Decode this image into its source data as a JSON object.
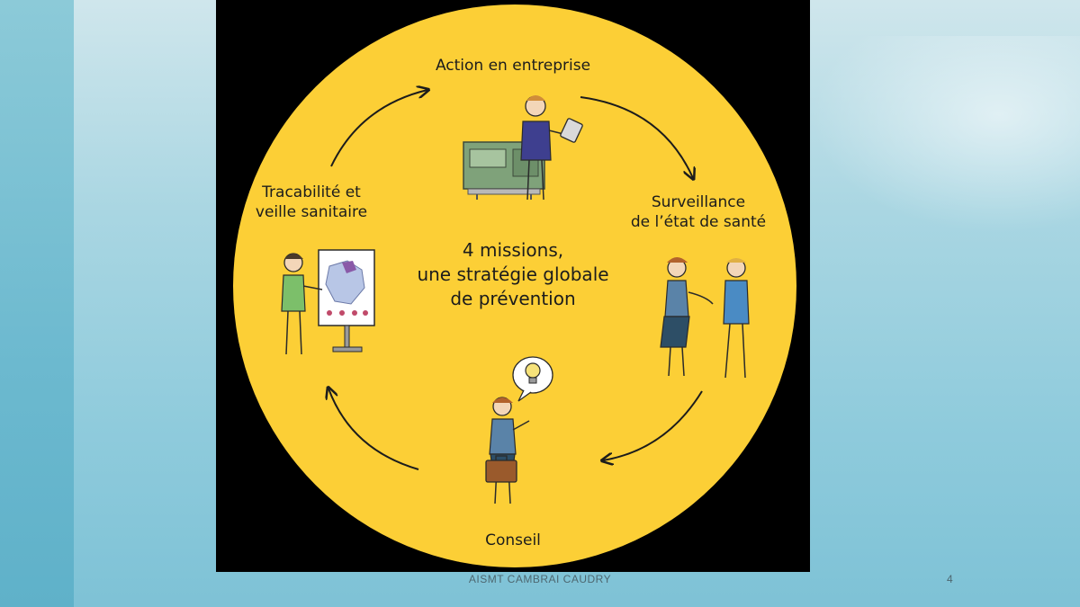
{
  "diagram": {
    "center_lines": [
      "4 missions,",
      "une stratégie globale",
      "de prévention"
    ],
    "missions": {
      "top": "Action en entreprise",
      "right": [
        "Surveillance",
        "de l’état de santé"
      ],
      "bottom": "Conseil",
      "left": [
        "Tracabilité et",
        "veille sanitaire"
      ]
    },
    "colors": {
      "circle": "#fccf36",
      "slide_background": "#000000",
      "ink": "#1c1c1c"
    },
    "icons": [
      "worker-machine-tablet-icon",
      "doctor-patient-stethoscope-icon",
      "advisor-lightbulb-briefcase-icon",
      "presenter-map-board-icon"
    ]
  },
  "footer": {
    "organization": "AISMT  CAMBRAI  CAUDRY",
    "page_number": "4"
  }
}
